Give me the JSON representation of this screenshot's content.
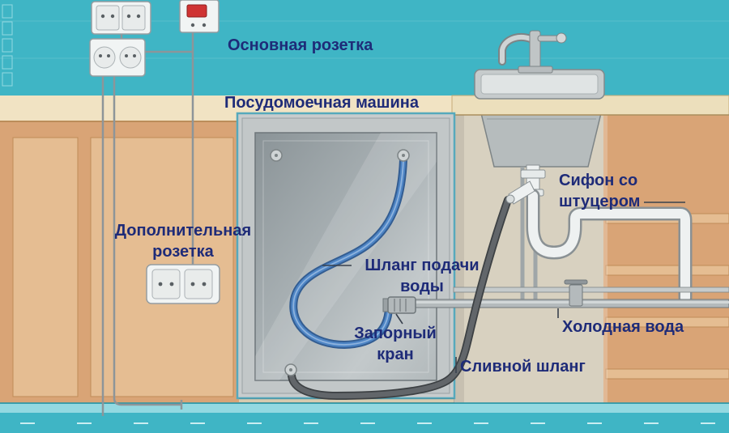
{
  "diagram": {
    "labels": {
      "main_outlet": "Основная розетка",
      "dishwasher": "Посудомоечная машина",
      "additional_outlet": [
        "Дополнительная",
        "розетка"
      ],
      "supply_hose": [
        "Шланг подачи",
        "воды"
      ],
      "shutoff_valve": [
        "Запорный",
        "кран"
      ],
      "drain_hose": "Сливной шланг",
      "siphon": [
        "Сифон со",
        "штуцером"
      ],
      "cold_water": "Холодная вода"
    },
    "colors": {
      "wall_tile": "#3fb5c5",
      "wall": "#f1e3c3",
      "cabinet": "#d9a476",
      "cabinet_panel": "#e5bd92",
      "under_sink_wall": "#d8d1c0",
      "counter": "#ecdfbc",
      "dishwasher_body": "#c8cccd",
      "supply_hose": "#4d84c4",
      "drain_hose": "#62666a",
      "pipe": "#b4babc",
      "siphon_pipe": "#eef1f1",
      "outlet_switch": "#cf3333",
      "label_text": "#1e2b78"
    }
  }
}
